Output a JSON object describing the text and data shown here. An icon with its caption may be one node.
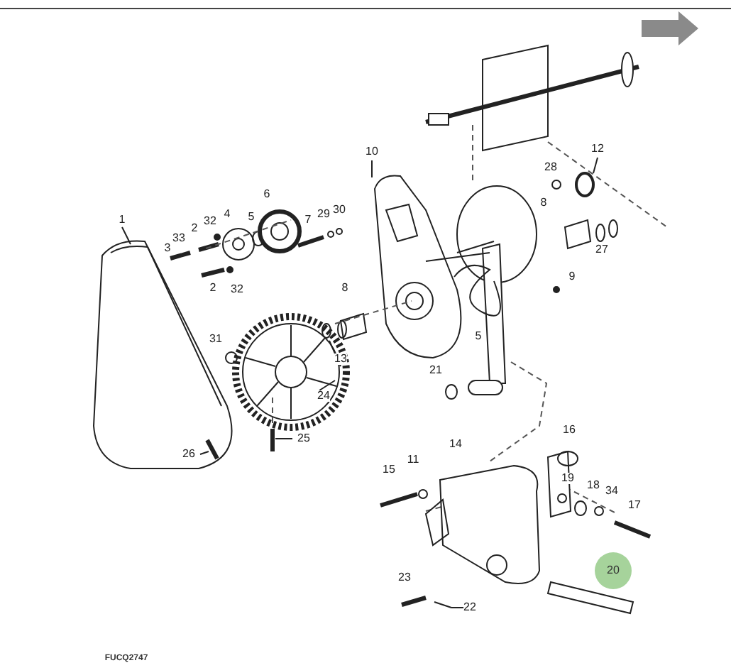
{
  "diagram": {
    "labels": [
      "12",
      "10",
      "28",
      "6",
      "8",
      "30",
      "4",
      "32",
      "29",
      "1",
      "33",
      "5",
      "7",
      "3",
      "2",
      "27",
      "9",
      "2",
      "8",
      "32",
      "5",
      "31",
      "13",
      "21",
      "24",
      "16",
      "25",
      "14",
      "26",
      "11",
      "15",
      "19",
      "18",
      "34",
      "17",
      "20",
      "23",
      "22",
      "FUCQ2747"
    ]
  }
}
